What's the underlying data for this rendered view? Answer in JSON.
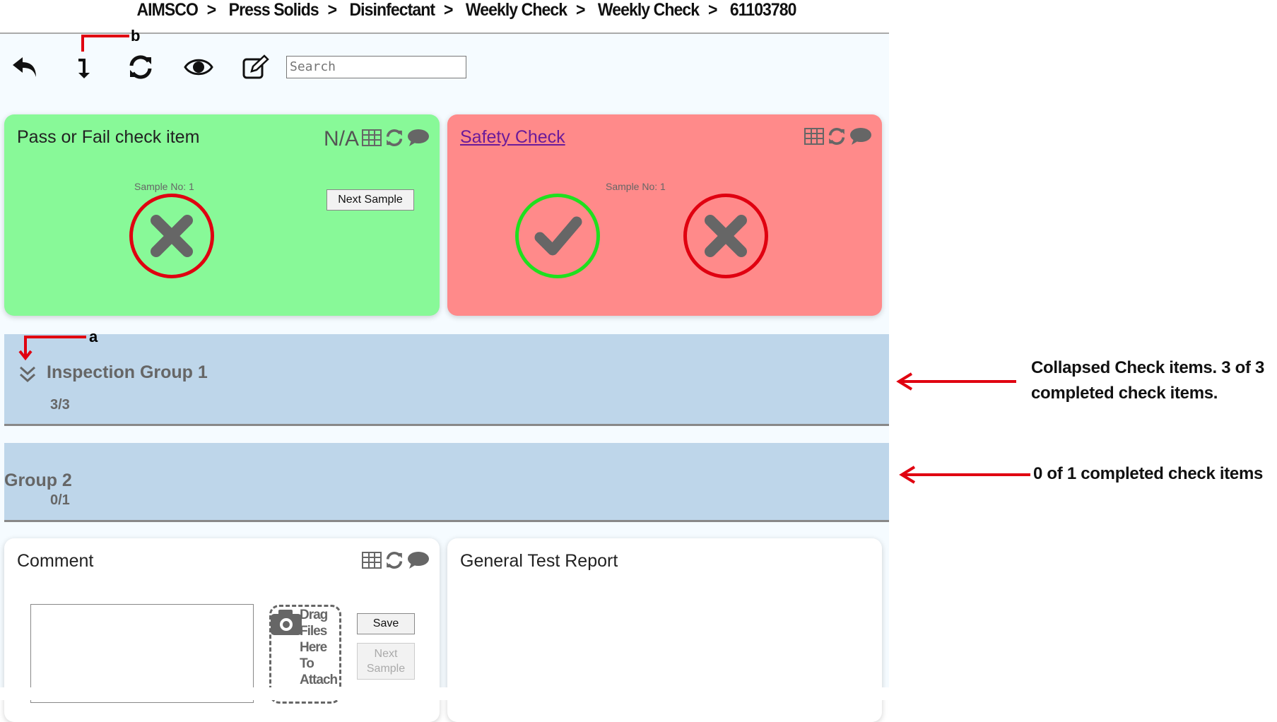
{
  "breadcrumb": [
    "AIMSCO",
    "Press Solids",
    "Disinfectant",
    "Weekly Check",
    "Weekly Check",
    "61103780"
  ],
  "breadcrumb_separator": ">",
  "toolbar": {
    "icons": [
      "undo-icon",
      "download-arrow-icon",
      "refresh-icon",
      "eye-icon",
      "edit-icon"
    ],
    "search_placeholder": "Search"
  },
  "cards": [
    {
      "title": "Pass or Fail check item",
      "status": "N/A",
      "sample_label": "Sample No: 1",
      "next_sample": "Next Sample",
      "color": "#88f998",
      "result": "fail"
    },
    {
      "title": "Safety Check",
      "sample_label": "Sample No: 1",
      "color": "#ff8a8a",
      "options": [
        "pass",
        "fail"
      ]
    }
  ],
  "groups": [
    {
      "title": "Inspection Group 1",
      "count": "3/3",
      "collapsed": true
    },
    {
      "title": "Group 2",
      "count": "0/1"
    }
  ],
  "comment_card": {
    "title": "Comment",
    "drop_text": "Drag Files Here To Attach",
    "save": "Save",
    "next_sample": "Next Sample"
  },
  "report_card": {
    "title": "General Test Report"
  },
  "annotations": {
    "a": "a",
    "b": "b",
    "group1_note": [
      "Collapsed Check items. 3 of 3",
      "completed check items."
    ],
    "group2_note": "0 of 1 completed check items"
  },
  "colors": {
    "pass": "#1ee01e",
    "fail": "#e00010",
    "group_band": "#bed6ea",
    "annotation": "#e00010"
  }
}
